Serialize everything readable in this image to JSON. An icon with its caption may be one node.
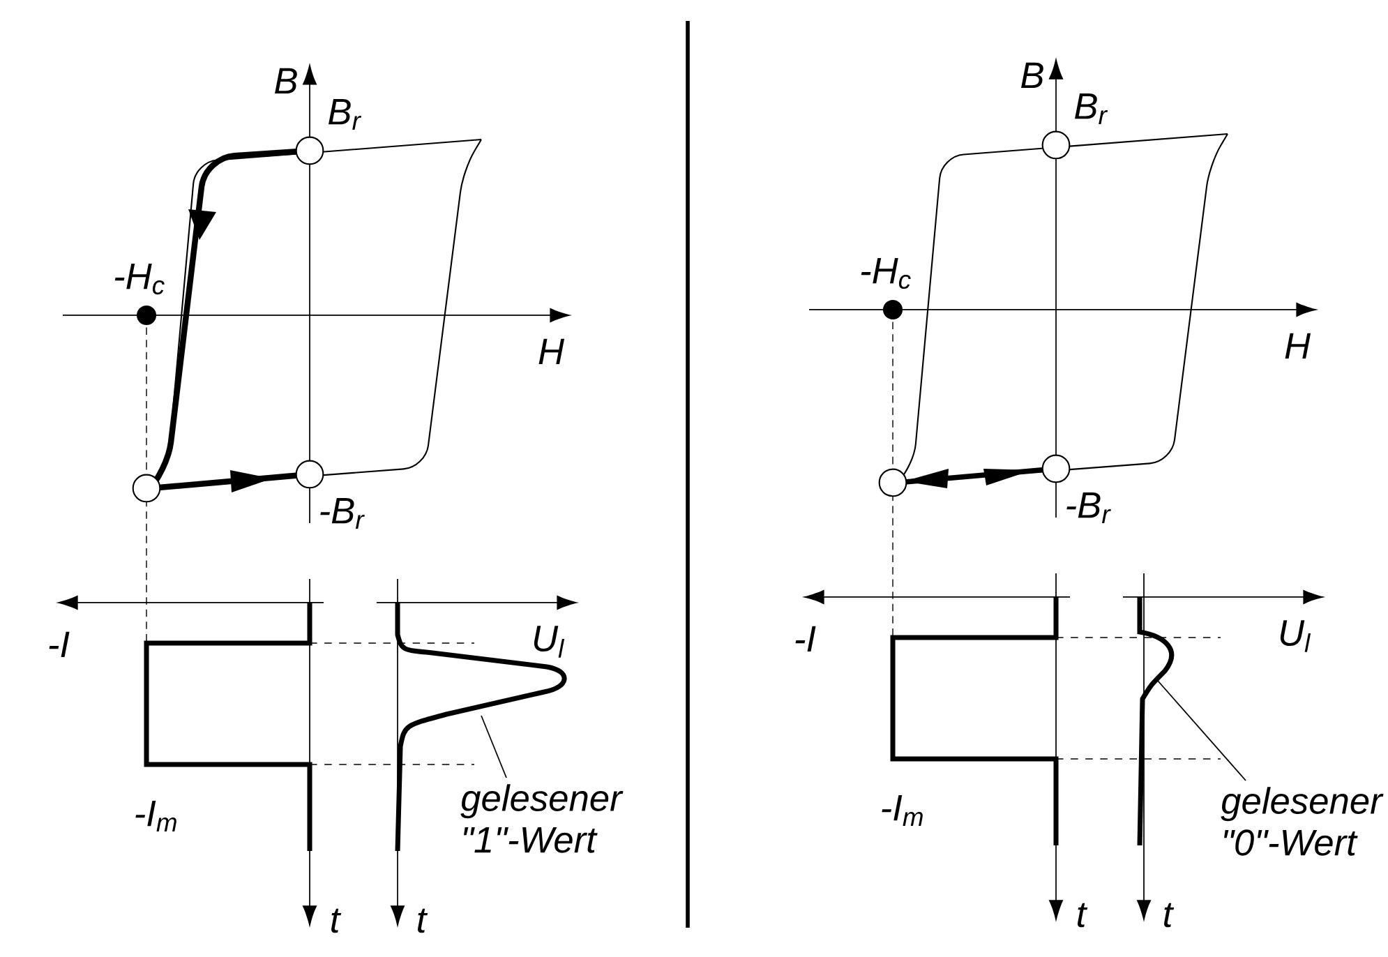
{
  "diagram": {
    "nodes": [
      {
        "text": [
          "gelesener \"1\"-Wert"
        ]
      },
      {
        "text": [
          "gelesener \"0\"-Wert"
        ]
      }
    ],
    "edges": [
      {
        "from": 0,
        "to": null,
        "arrow": "none"
      },
      {
        "from": 1,
        "to": null,
        "arrow": "none"
      }
    ],
    "labels": [
      "B",
      "B$_{r}$",
      "-H$_{c}$",
      "H",
      "-B$_{r}$",
      "-I",
      "U$_{l}$",
      "-I$_{m}$",
      "t",
      "t",
      "B",
      "B$_{r}$",
      "-H$_{c}$",
      "H",
      "-B$_{r}$",
      "-I",
      "U$_{l}$",
      "-I$_{m}$",
      "t",
      "t"
    ]
  }
}
